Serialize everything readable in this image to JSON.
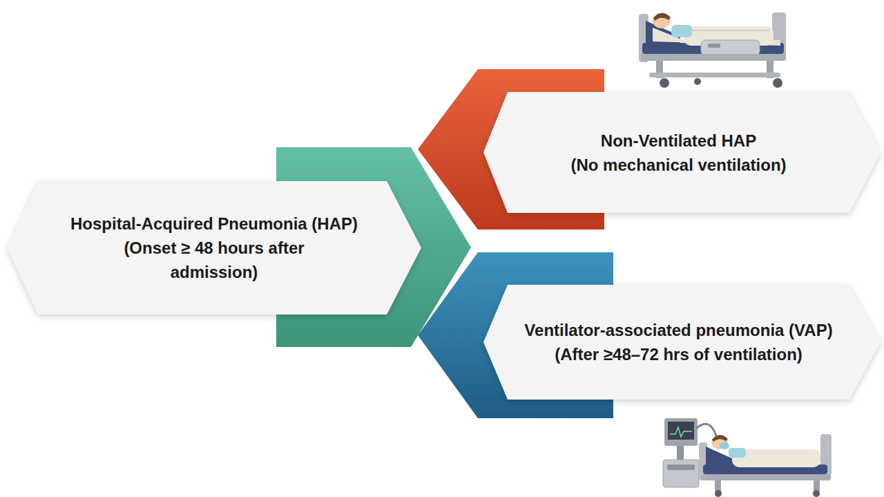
{
  "diagram": {
    "nodes": [
      {
        "text": [
          "Hospital-Acquired Pneumonia (HAP)",
          "(Onset ≥ 48 hours after admission)"
        ]
      },
      {
        "text": [
          "Non-Ventilated HAP",
          "(No mechanical ventilation)"
        ]
      },
      {
        "text": [
          "Ventilator-associated pneumonia (VAP)",
          "(After ≥48–72 hrs of ventilation)"
        ]
      }
    ]
  }
}
